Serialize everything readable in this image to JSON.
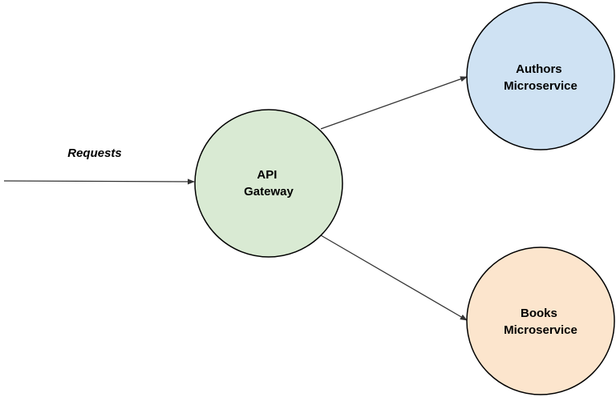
{
  "edge_labels": {
    "requests": "Requests"
  },
  "nodes": {
    "gateway": {
      "line1": "API",
      "line2": "Gateway",
      "fill": "#d9ead3"
    },
    "authors": {
      "line1": "Authors",
      "line2": "Microservice",
      "fill": "#cfe2f3"
    },
    "books": {
      "line1": "Books",
      "line2": "Microservice",
      "fill": "#fce5cd"
    }
  },
  "colors": {
    "stroke": "#000000",
    "edge": "#333333"
  }
}
